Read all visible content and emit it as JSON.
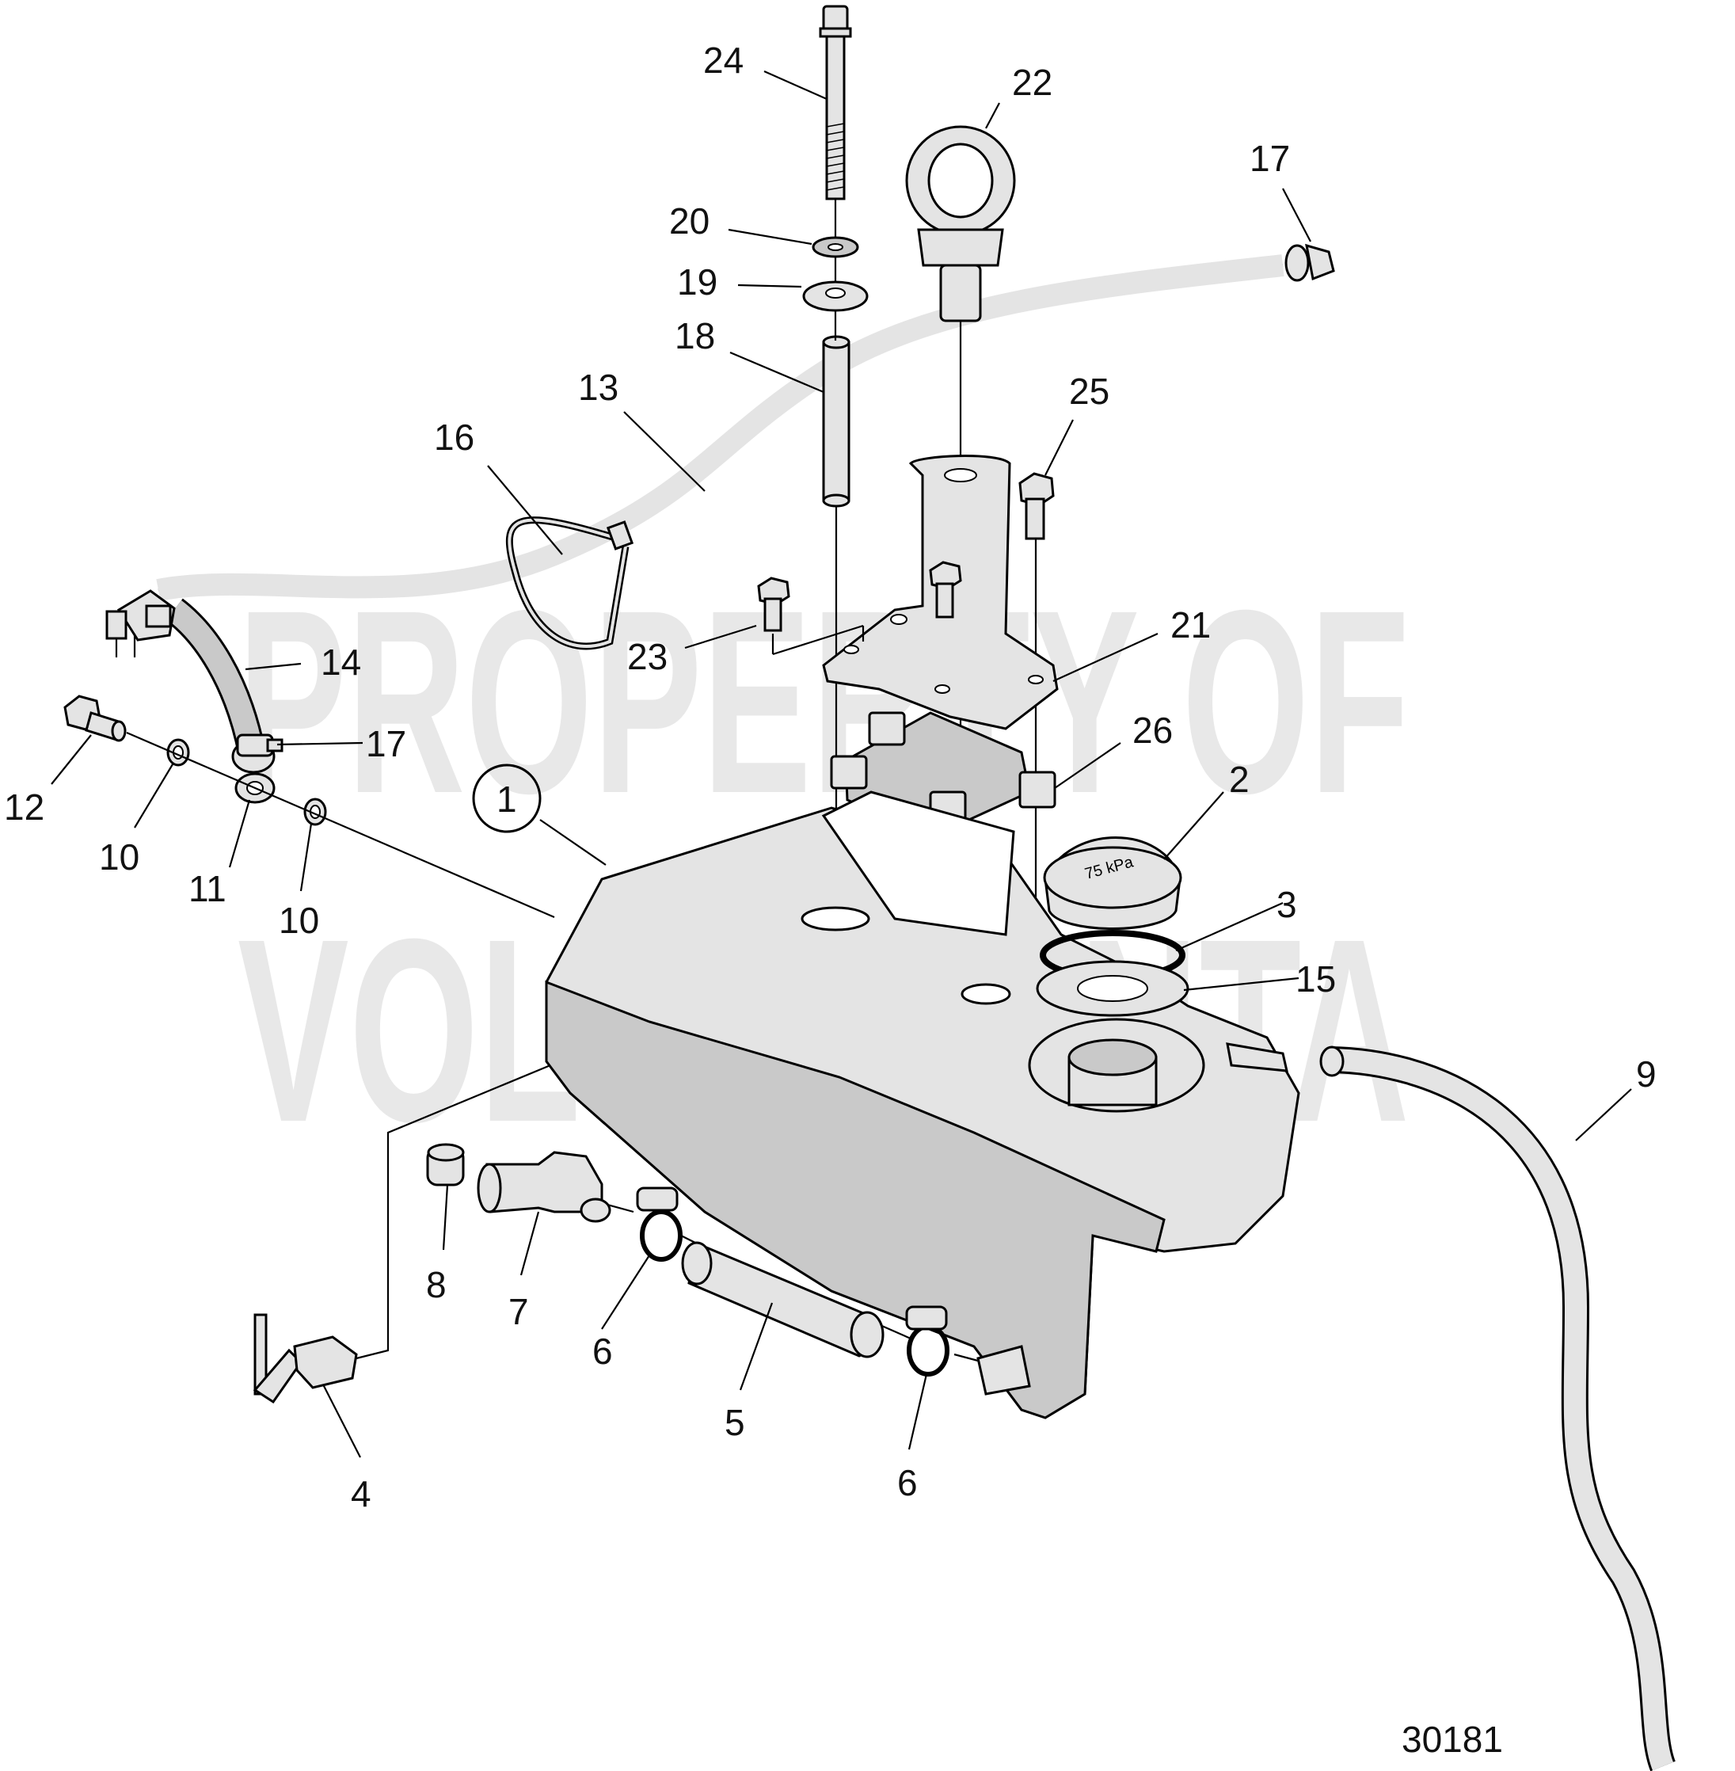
{
  "watermark": {
    "line1": "PROPERTY OF",
    "line2": "VOLVO PENTA"
  },
  "figure_number": "30181",
  "callouts": [
    {
      "id": "c24",
      "text": "24"
    },
    {
      "id": "c22",
      "text": "22"
    },
    {
      "id": "c17a",
      "text": "17"
    },
    {
      "id": "c20",
      "text": "20"
    },
    {
      "id": "c19",
      "text": "19"
    },
    {
      "id": "c18",
      "text": "18"
    },
    {
      "id": "c13",
      "text": "13"
    },
    {
      "id": "c25",
      "text": "25"
    },
    {
      "id": "c16",
      "text": "16"
    },
    {
      "id": "c21",
      "text": "21"
    },
    {
      "id": "c23",
      "text": "23"
    },
    {
      "id": "c14",
      "text": "14"
    },
    {
      "id": "c17b",
      "text": "17"
    },
    {
      "id": "c26",
      "text": "26"
    },
    {
      "id": "c2",
      "text": "2"
    },
    {
      "id": "c12",
      "text": "12"
    },
    {
      "id": "c10a",
      "text": "10"
    },
    {
      "id": "c11",
      "text": "11"
    },
    {
      "id": "c10b",
      "text": "10"
    },
    {
      "id": "c1",
      "text": "1"
    },
    {
      "id": "c3",
      "text": "3"
    },
    {
      "id": "c15",
      "text": "15"
    },
    {
      "id": "c9",
      "text": "9"
    },
    {
      "id": "c8",
      "text": "8"
    },
    {
      "id": "c7",
      "text": "7"
    },
    {
      "id": "c6a",
      "text": "6"
    },
    {
      "id": "c5",
      "text": "5"
    },
    {
      "id": "c6b",
      "text": "6"
    },
    {
      "id": "c4",
      "text": "4"
    }
  ]
}
